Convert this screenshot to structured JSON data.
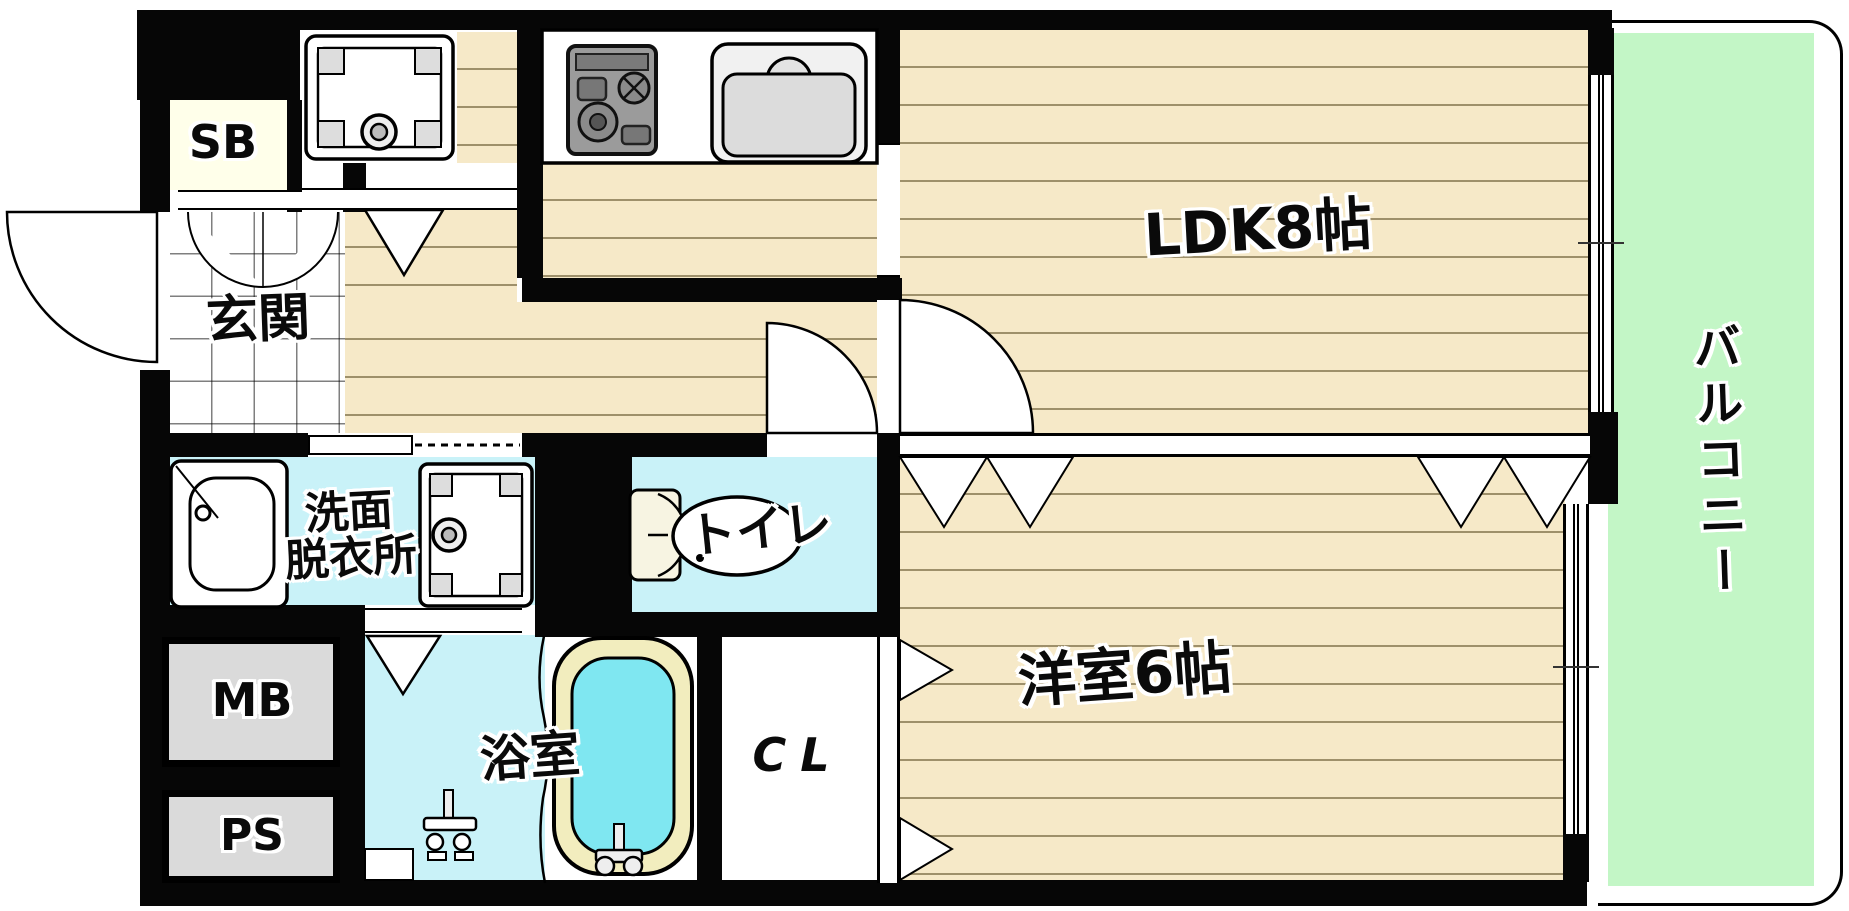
{
  "plan_type": "apartment-floor-plan",
  "rooms": {
    "sb": {
      "label": "SB"
    },
    "genkan": {
      "label": "玄関"
    },
    "ldk": {
      "label": "LDK8帖"
    },
    "washroom": {
      "label_line1": "洗面",
      "label_line2": "脱衣所"
    },
    "toilet": {
      "label": "トイレ"
    },
    "western_room": {
      "label": "洋室6帖"
    },
    "meter_box": {
      "label": "MB"
    },
    "pipe_space": {
      "label": "PS"
    },
    "bathroom": {
      "label": "浴室"
    },
    "closet": {
      "label": "CL"
    },
    "balcony": {
      "label": "バルコニー"
    }
  },
  "colors": {
    "wall": "#060606",
    "wood_floor": "#F6E9C8",
    "wet_area_floor": "#C9F2F8",
    "balcony_floor": "#C3F6C6",
    "sb_floor": "#FFFFEA",
    "service_box_fill": "#DADADA",
    "bath_water": "#7FE7F1",
    "tub_rim": "#F2EDBE",
    "fixture_gray": "#DEDEDE"
  }
}
